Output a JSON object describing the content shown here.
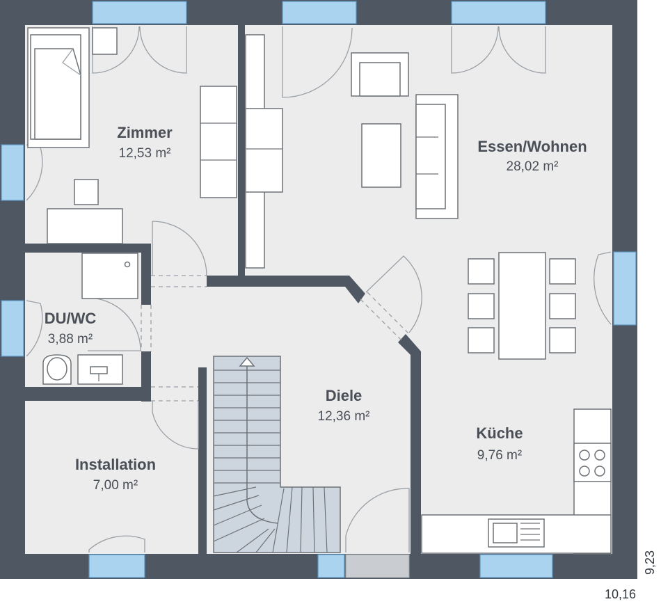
{
  "rooms": {
    "zimmer": {
      "name": "Zimmer",
      "area": "12,53 m²"
    },
    "essen_wohnen": {
      "name": "Essen/Wohnen",
      "area": "28,02 m²"
    },
    "du_wc": {
      "name": "DU/WC",
      "area": "3,88 m²"
    },
    "diele": {
      "name": "Diele",
      "area": "12,36 m²"
    },
    "kueche": {
      "name": "Küche",
      "area": "9,76 m²"
    },
    "installation": {
      "name": "Installation",
      "area": "7,00 m²"
    }
  },
  "dimensions": {
    "width": "10,16",
    "depth": "9,23"
  },
  "colors": {
    "wall": "#4f5862",
    "floor": "#ececec",
    "window": "#a9d3ef",
    "stairs": "#cdd6df",
    "text": "#4a4f57"
  }
}
